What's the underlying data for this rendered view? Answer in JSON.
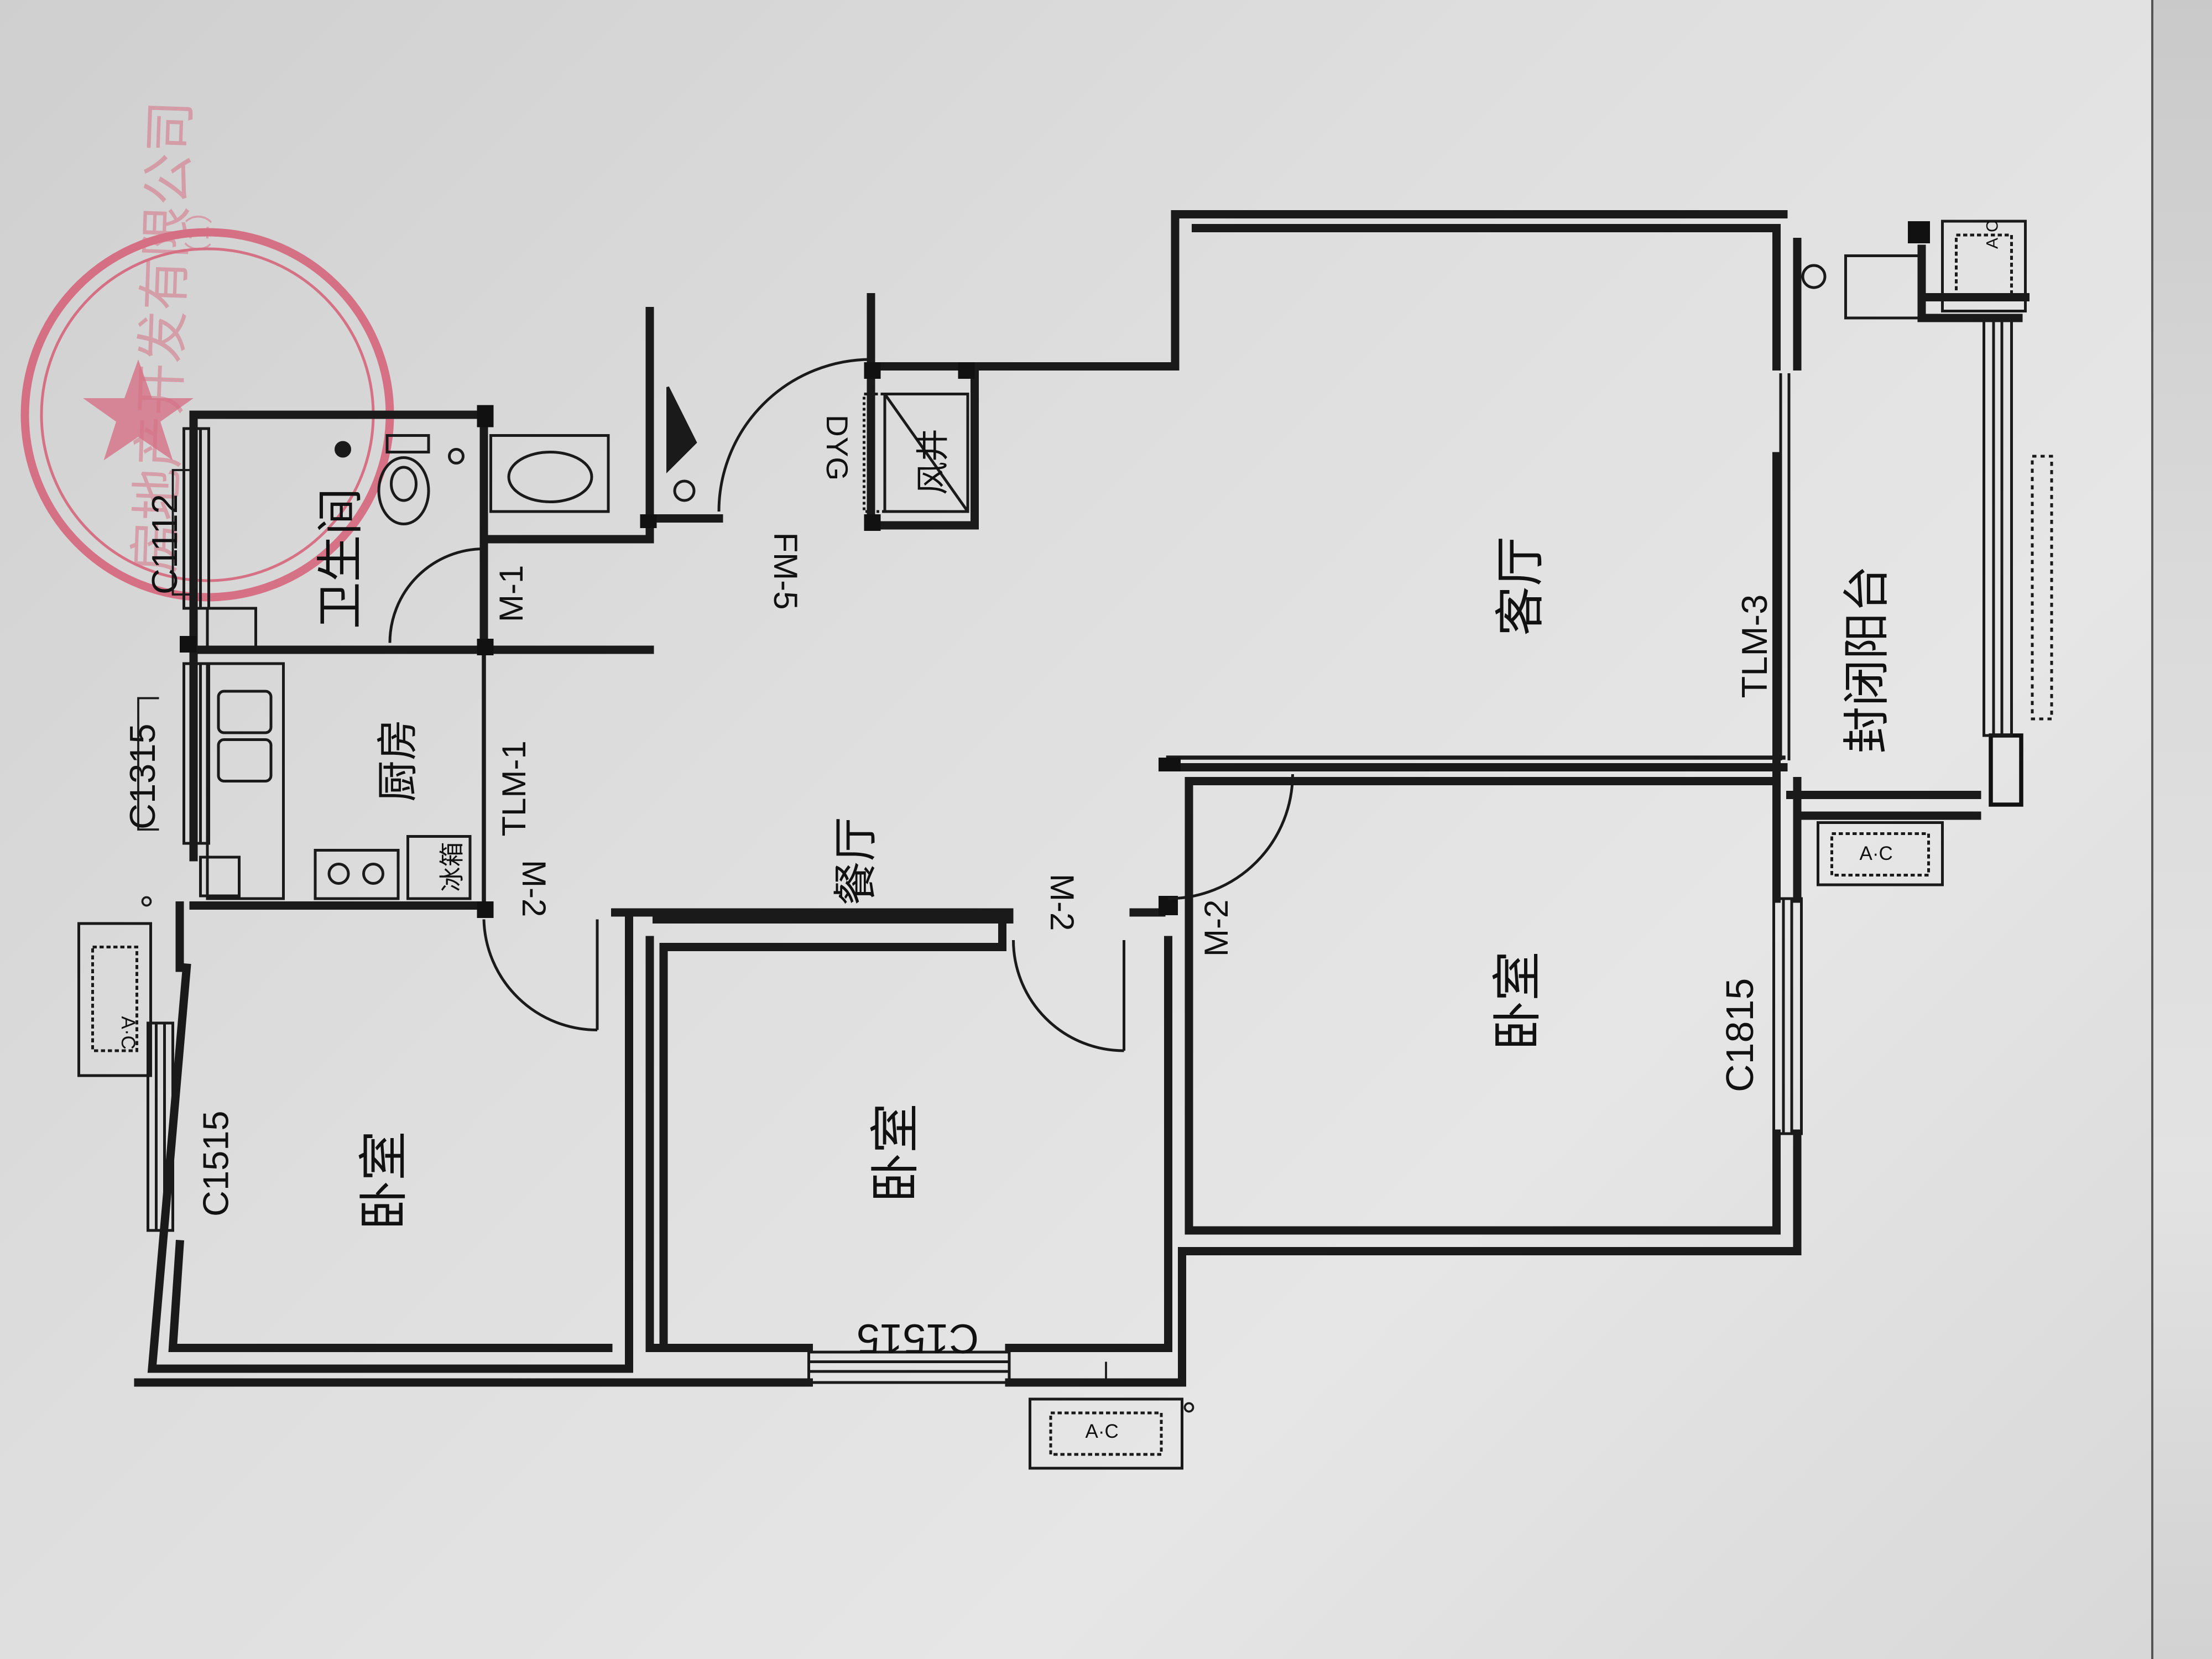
{
  "stamp": {
    "text": "房地产开发有限公司",
    "sub": "（1）",
    "color": "#d6506a"
  },
  "rooms": {
    "bathroom": "卫生间",
    "kitchen": "厨房",
    "dining": "餐厅",
    "living": "客厅",
    "bedroom_west": "卧室",
    "bedroom_middle": "卧室",
    "bedroom_east": "卧室",
    "balcony": "封闭阳台",
    "shaft": "风井",
    "fridge": "冰箱"
  },
  "doors": {
    "m1": "M-1",
    "m2_kitchen": "M-2",
    "m2_dining": "M-2",
    "m2_bedroom": "M-2",
    "fm5": "FM-5",
    "tlm1": "TLM-1",
    "tlm3": "TLM-3",
    "dyg": "DYG"
  },
  "windows": {
    "c1112": "C1112",
    "c1315": "C1315",
    "c1515_west": "C1515",
    "c1515_south": "C1515",
    "c1815": "C1815"
  },
  "ac": {
    "label": "A·C"
  },
  "colors": {
    "ink": "#111111",
    "wall": "#1a1a1a"
  }
}
